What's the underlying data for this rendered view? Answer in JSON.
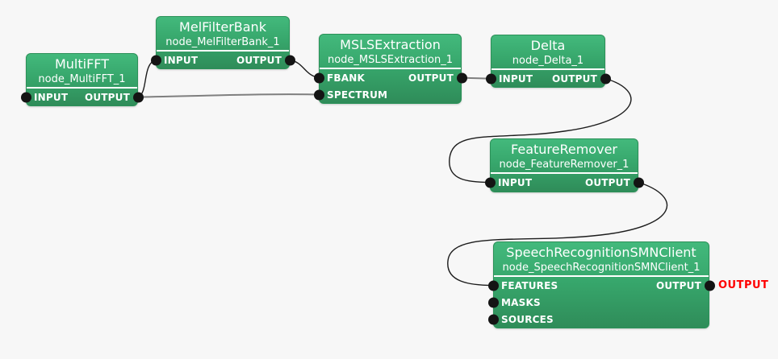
{
  "canvas": {
    "background": "#f7f7f7"
  },
  "colors": {
    "node_gradient_top": "#43b97c",
    "node_gradient_bottom": "#2f8c59",
    "node_border": "#2b9158",
    "separator": "#ffffff",
    "node_text": "#ffffff",
    "port_dot": "#141414",
    "wire": "#1c1c1c",
    "wire_straight": "#7f7f7f",
    "terminal_label_color": "#ff0000"
  },
  "nodes": [
    {
      "title": "MultiFFT",
      "instance": "node_MultiFFT_1",
      "inputs": [
        "INPUT"
      ],
      "outputs": [
        "OUTPUT"
      ]
    },
    {
      "title": "MelFilterBank",
      "instance": "node_MelFilterBank_1",
      "inputs": [
        "INPUT"
      ],
      "outputs": [
        "OUTPUT"
      ]
    },
    {
      "title": "MSLSExtraction",
      "instance": "node_MSLSExtraction_1",
      "inputs": [
        "FBANK",
        "SPECTRUM"
      ],
      "outputs": [
        "OUTPUT"
      ]
    },
    {
      "title": "Delta",
      "instance": "node_Delta_1",
      "inputs": [
        "INPUT"
      ],
      "outputs": [
        "OUTPUT"
      ]
    },
    {
      "title": "FeatureRemover",
      "instance": "node_FeatureRemover_1",
      "inputs": [
        "INPUT"
      ],
      "outputs": [
        "OUTPUT"
      ]
    },
    {
      "title": "SpeechRecognitionSMNClient",
      "instance": "node_SpeechRecognitionSMNClient_1",
      "inputs": [
        "FEATURES",
        "MASKS",
        "SOURCES"
      ],
      "outputs": [
        "OUTPUT"
      ]
    }
  ],
  "connections": [
    {
      "from": "node_MultiFFT_1.OUTPUT",
      "to": "node_MelFilterBank_1.INPUT"
    },
    {
      "from": "node_MultiFFT_1.OUTPUT",
      "to": "node_MSLSExtraction_1.SPECTRUM"
    },
    {
      "from": "node_MelFilterBank_1.OUTPUT",
      "to": "node_MSLSExtraction_1.FBANK"
    },
    {
      "from": "node_MSLSExtraction_1.OUTPUT",
      "to": "node_Delta_1.INPUT"
    },
    {
      "from": "node_Delta_1.OUTPUT",
      "to": "node_FeatureRemover_1.INPUT"
    },
    {
      "from": "node_FeatureRemover_1.OUTPUT",
      "to": "node_SpeechRecognitionSMNClient_1.FEATURES"
    },
    {
      "from": "node_SpeechRecognitionSMNClient_1.OUTPUT",
      "to": "NETWORK_OUTPUT"
    }
  ],
  "terminal": {
    "label": "OUTPUT"
  }
}
